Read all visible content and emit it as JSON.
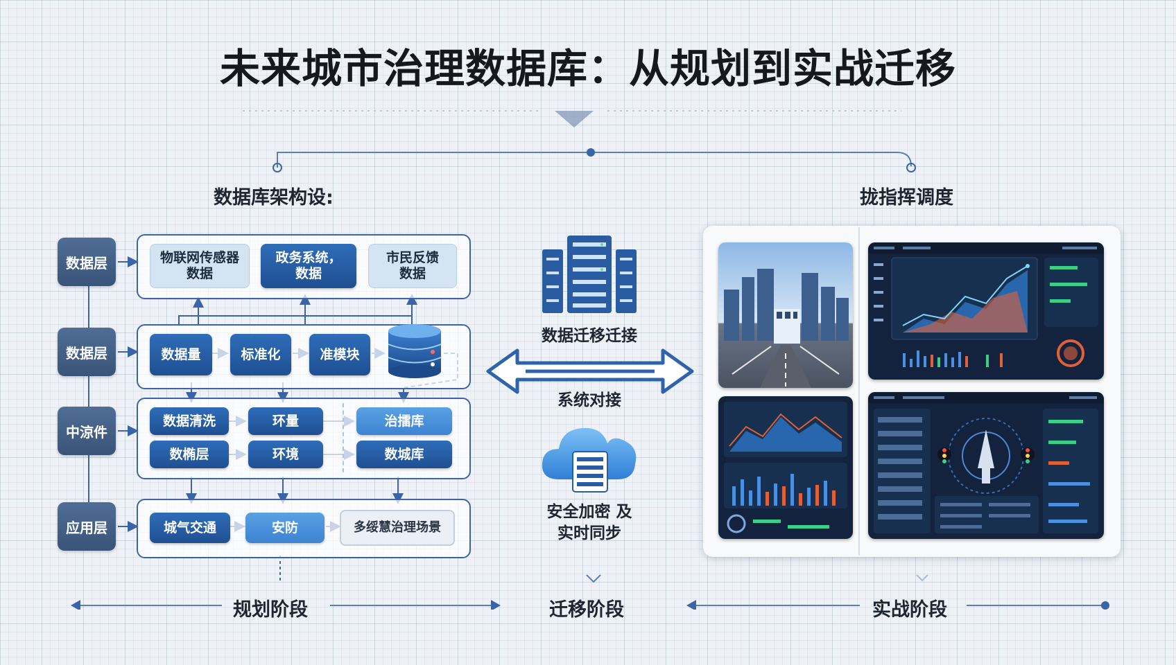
{
  "title": "未来城市治理数据库：从规划到实战迁移",
  "sections": {
    "left_heading": "数据库架构设:",
    "right_heading": "拢指挥调度"
  },
  "layers": [
    {
      "tag": "数据层",
      "boxes": [
        "物联网传感器\n数据",
        "政务系统，\n数据",
        "市民反馈\n数据"
      ]
    },
    {
      "tag": "数据层",
      "boxes": [
        "数据量",
        "标准化",
        "准模块"
      ]
    },
    {
      "tag": "中涼件",
      "boxes": [
        "数据清洗",
        "环量",
        "治擂库",
        "数椭层",
        "环境",
        "数城库"
      ]
    },
    {
      "tag": "应用层",
      "boxes": [
        "城气交通",
        "安防",
        "多绥慧治理场景"
      ]
    }
  ],
  "center": {
    "migration_label": "数据迁移迁接",
    "interface_label": "系统对接",
    "security_label": "安全加密 及\n实时同步"
  },
  "phases": [
    "规划阶段",
    "迁移阶段",
    "实战阶段"
  ],
  "colors": {
    "accent_dark": "#1f4f92",
    "accent_mid": "#3d84d2",
    "accent_light": "#d5e4f3",
    "dashboard_bg": "#13233d"
  },
  "icons": [
    "server-rack-icon",
    "database-cylinder-icon",
    "cloud-server-icon",
    "double-arrow-icon"
  ]
}
